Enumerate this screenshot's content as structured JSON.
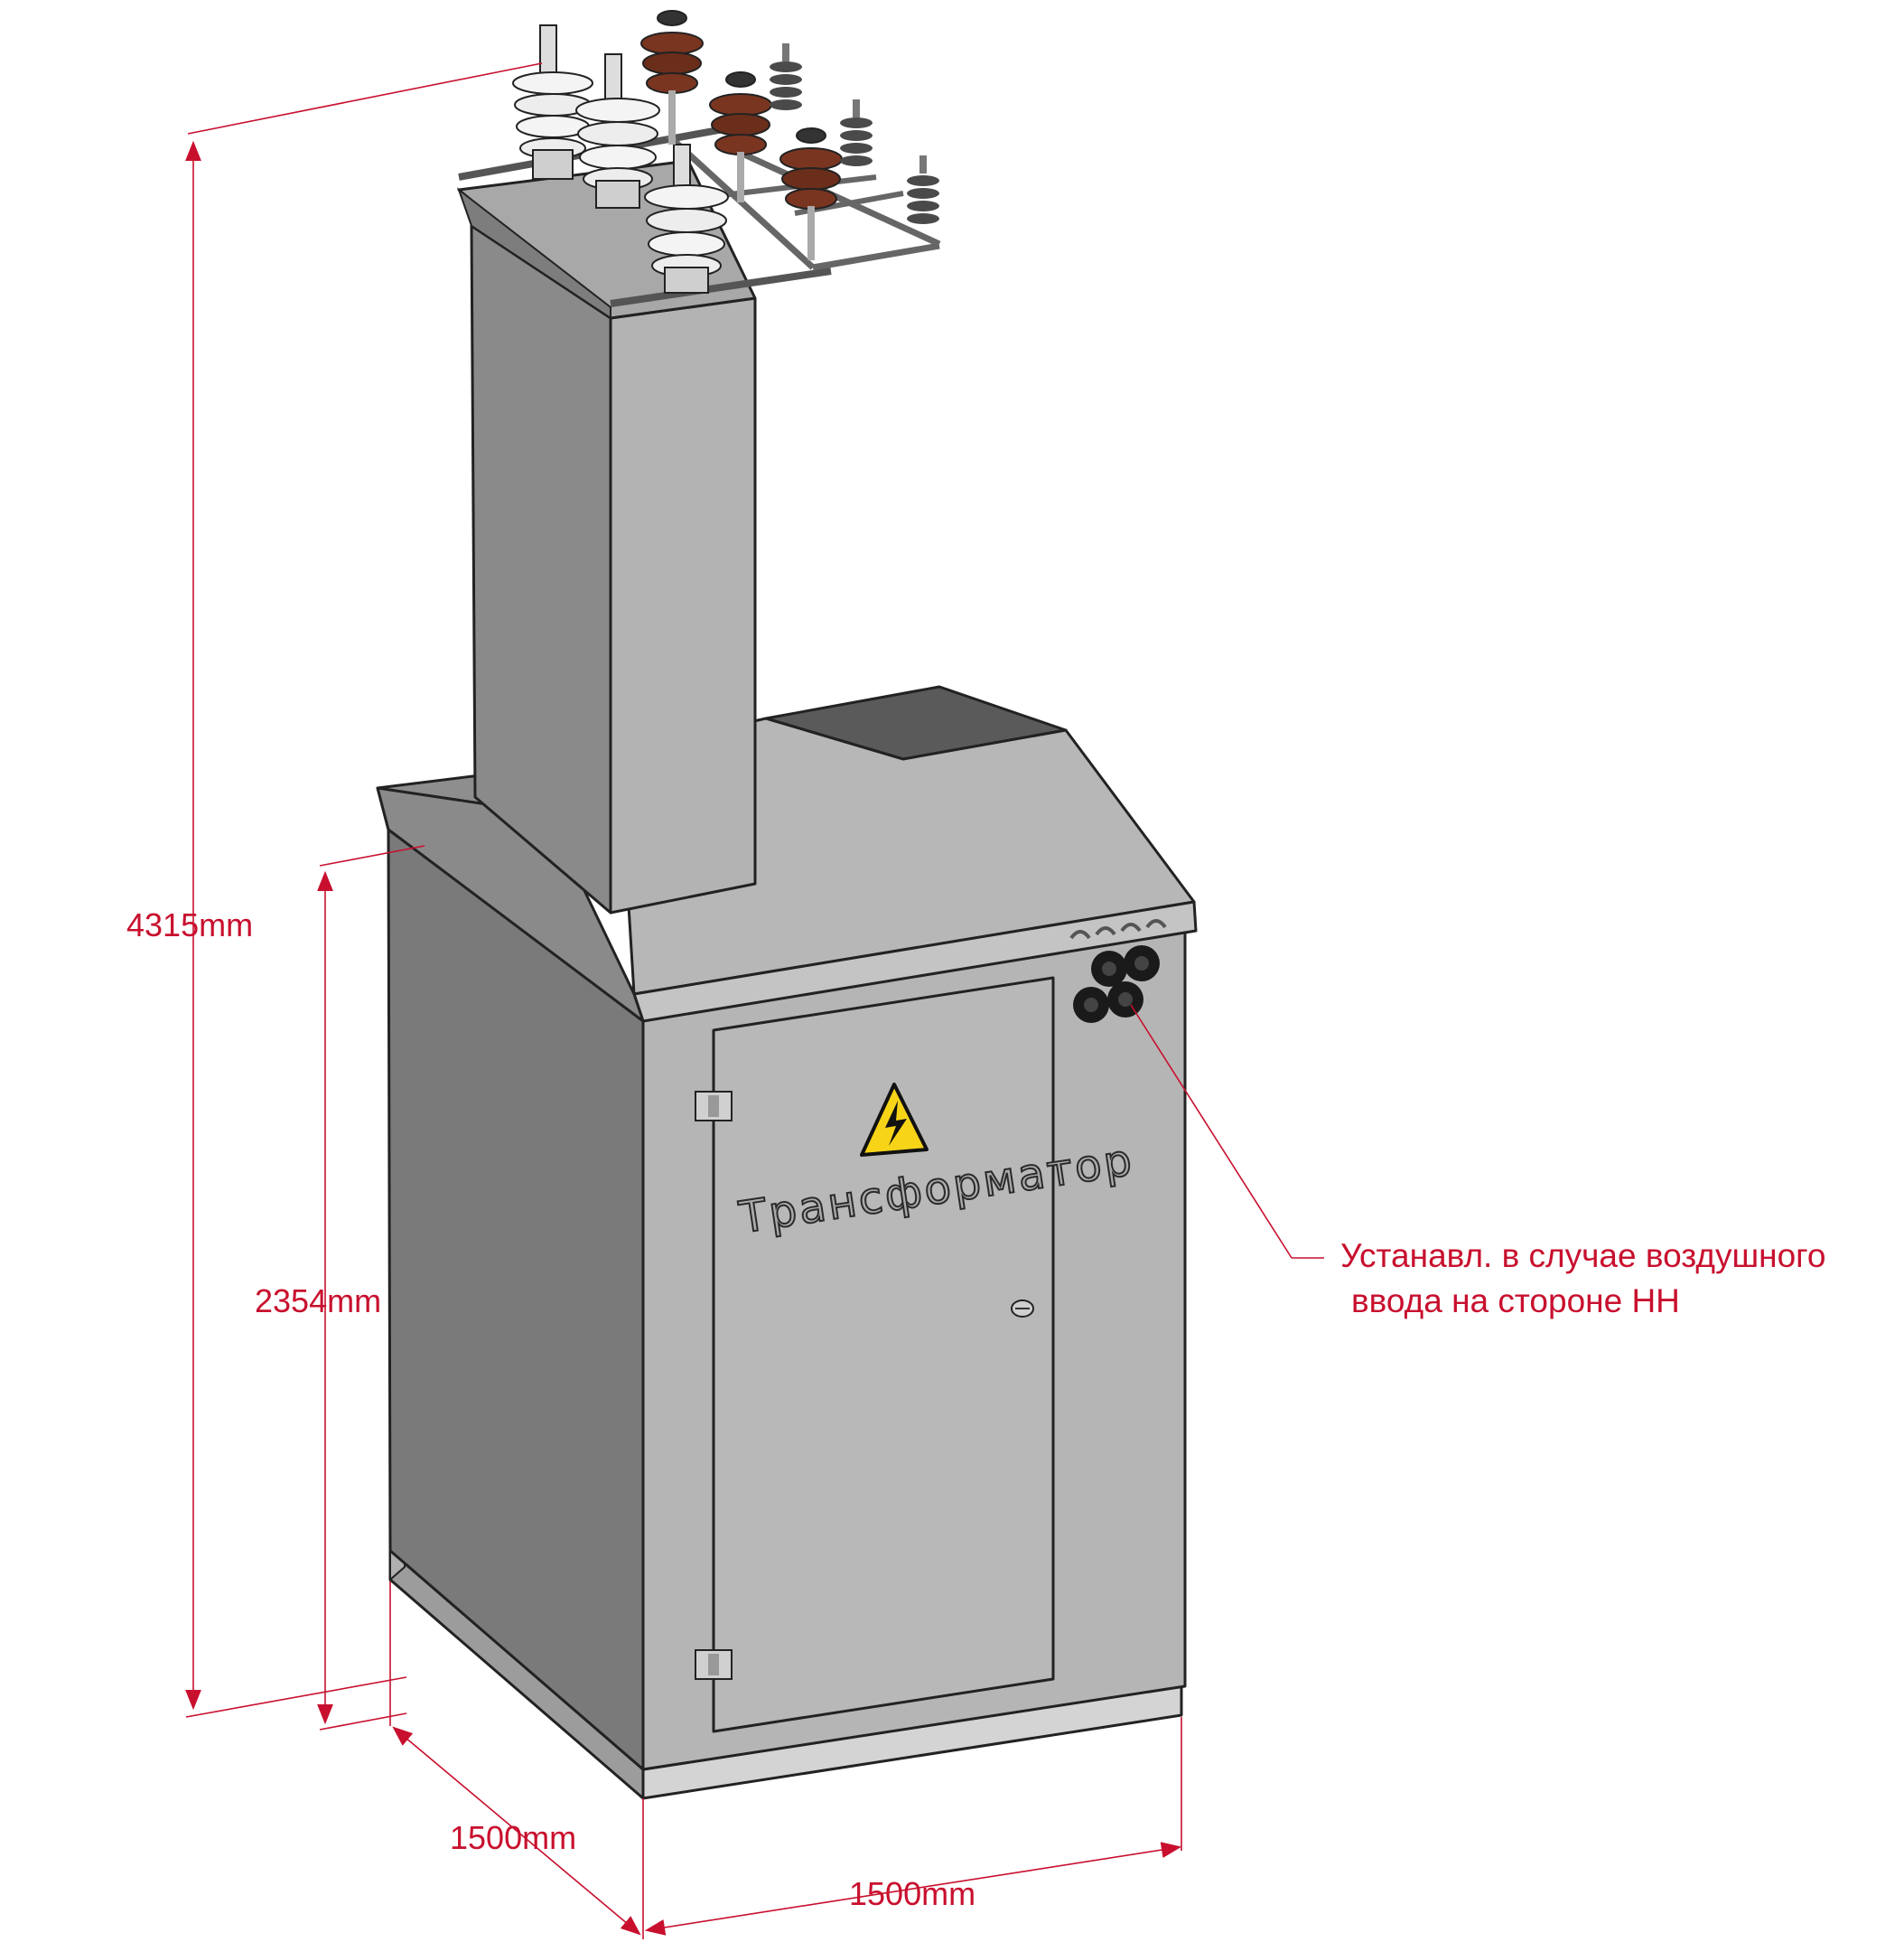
{
  "dimensions": {
    "total_height": "4315mm",
    "cabinet_height": "2354mm",
    "depth": "1500mm",
    "width": "1500mm"
  },
  "door": {
    "label": "Трансформатор",
    "warning_icon": "high-voltage-warning-icon"
  },
  "note": {
    "line1": "Устанавл. в случае воздушного",
    "line2": "ввода на стороне НН"
  },
  "colors": {
    "dimension": "#c8102e",
    "body_light": "#b5b5b5",
    "body_dark": "#7a7a7a",
    "insulator_white": "#f2f2f2",
    "insulator_brown": "#7a3520",
    "warning_yellow": "#f7d417"
  }
}
